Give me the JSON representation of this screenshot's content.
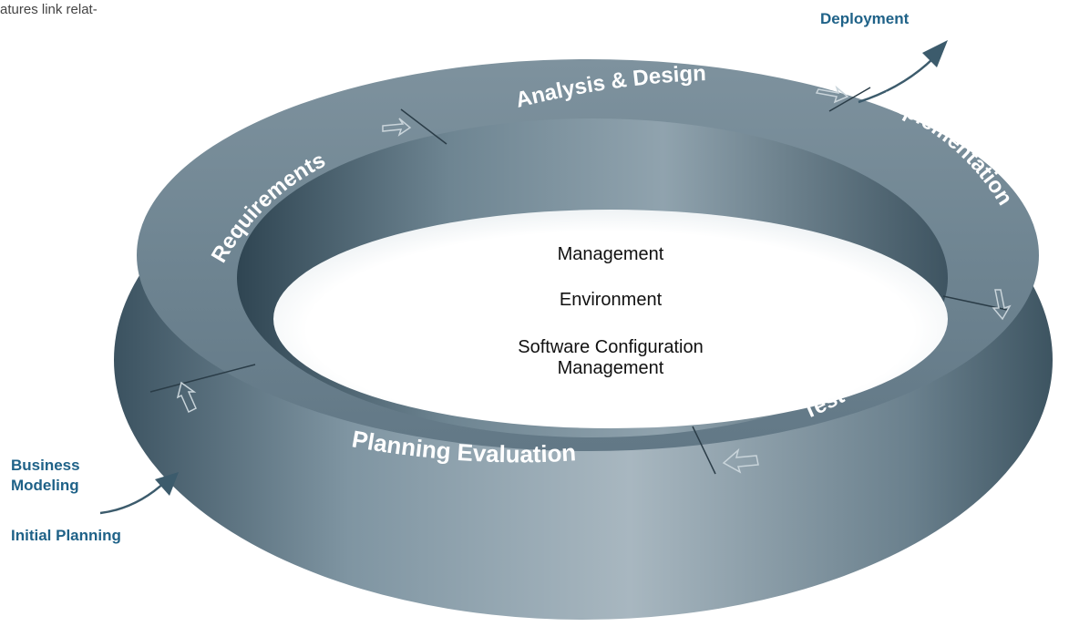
{
  "page": {
    "corner_text": "atures link relat-"
  },
  "diagram": {
    "phases": [
      {
        "id": "requirements",
        "label": "Requirements"
      },
      {
        "id": "analysis-design",
        "label": "Analysis & Design"
      },
      {
        "id": "implementation",
        "label": "Implementation"
      },
      {
        "id": "test",
        "label": "Test"
      },
      {
        "id": "planning-evaluation",
        "label": "Planning Evaluation"
      }
    ],
    "core_disciplines": [
      {
        "label": "Management"
      },
      {
        "label": "Environment"
      },
      {
        "label": "Software Configuration Management"
      }
    ],
    "entry": {
      "business_modeling": "Business Modeling",
      "initial_planning": "Initial Planning"
    },
    "exit": {
      "deployment": "Deployment"
    },
    "colors": {
      "ring_top": "#6f8592",
      "ring_side_dark": "#3f5663",
      "ring_side_light": "#a6b6c0",
      "arrow_accent": "#3c5b6c",
      "label_blue": "#1f6288"
    }
  }
}
